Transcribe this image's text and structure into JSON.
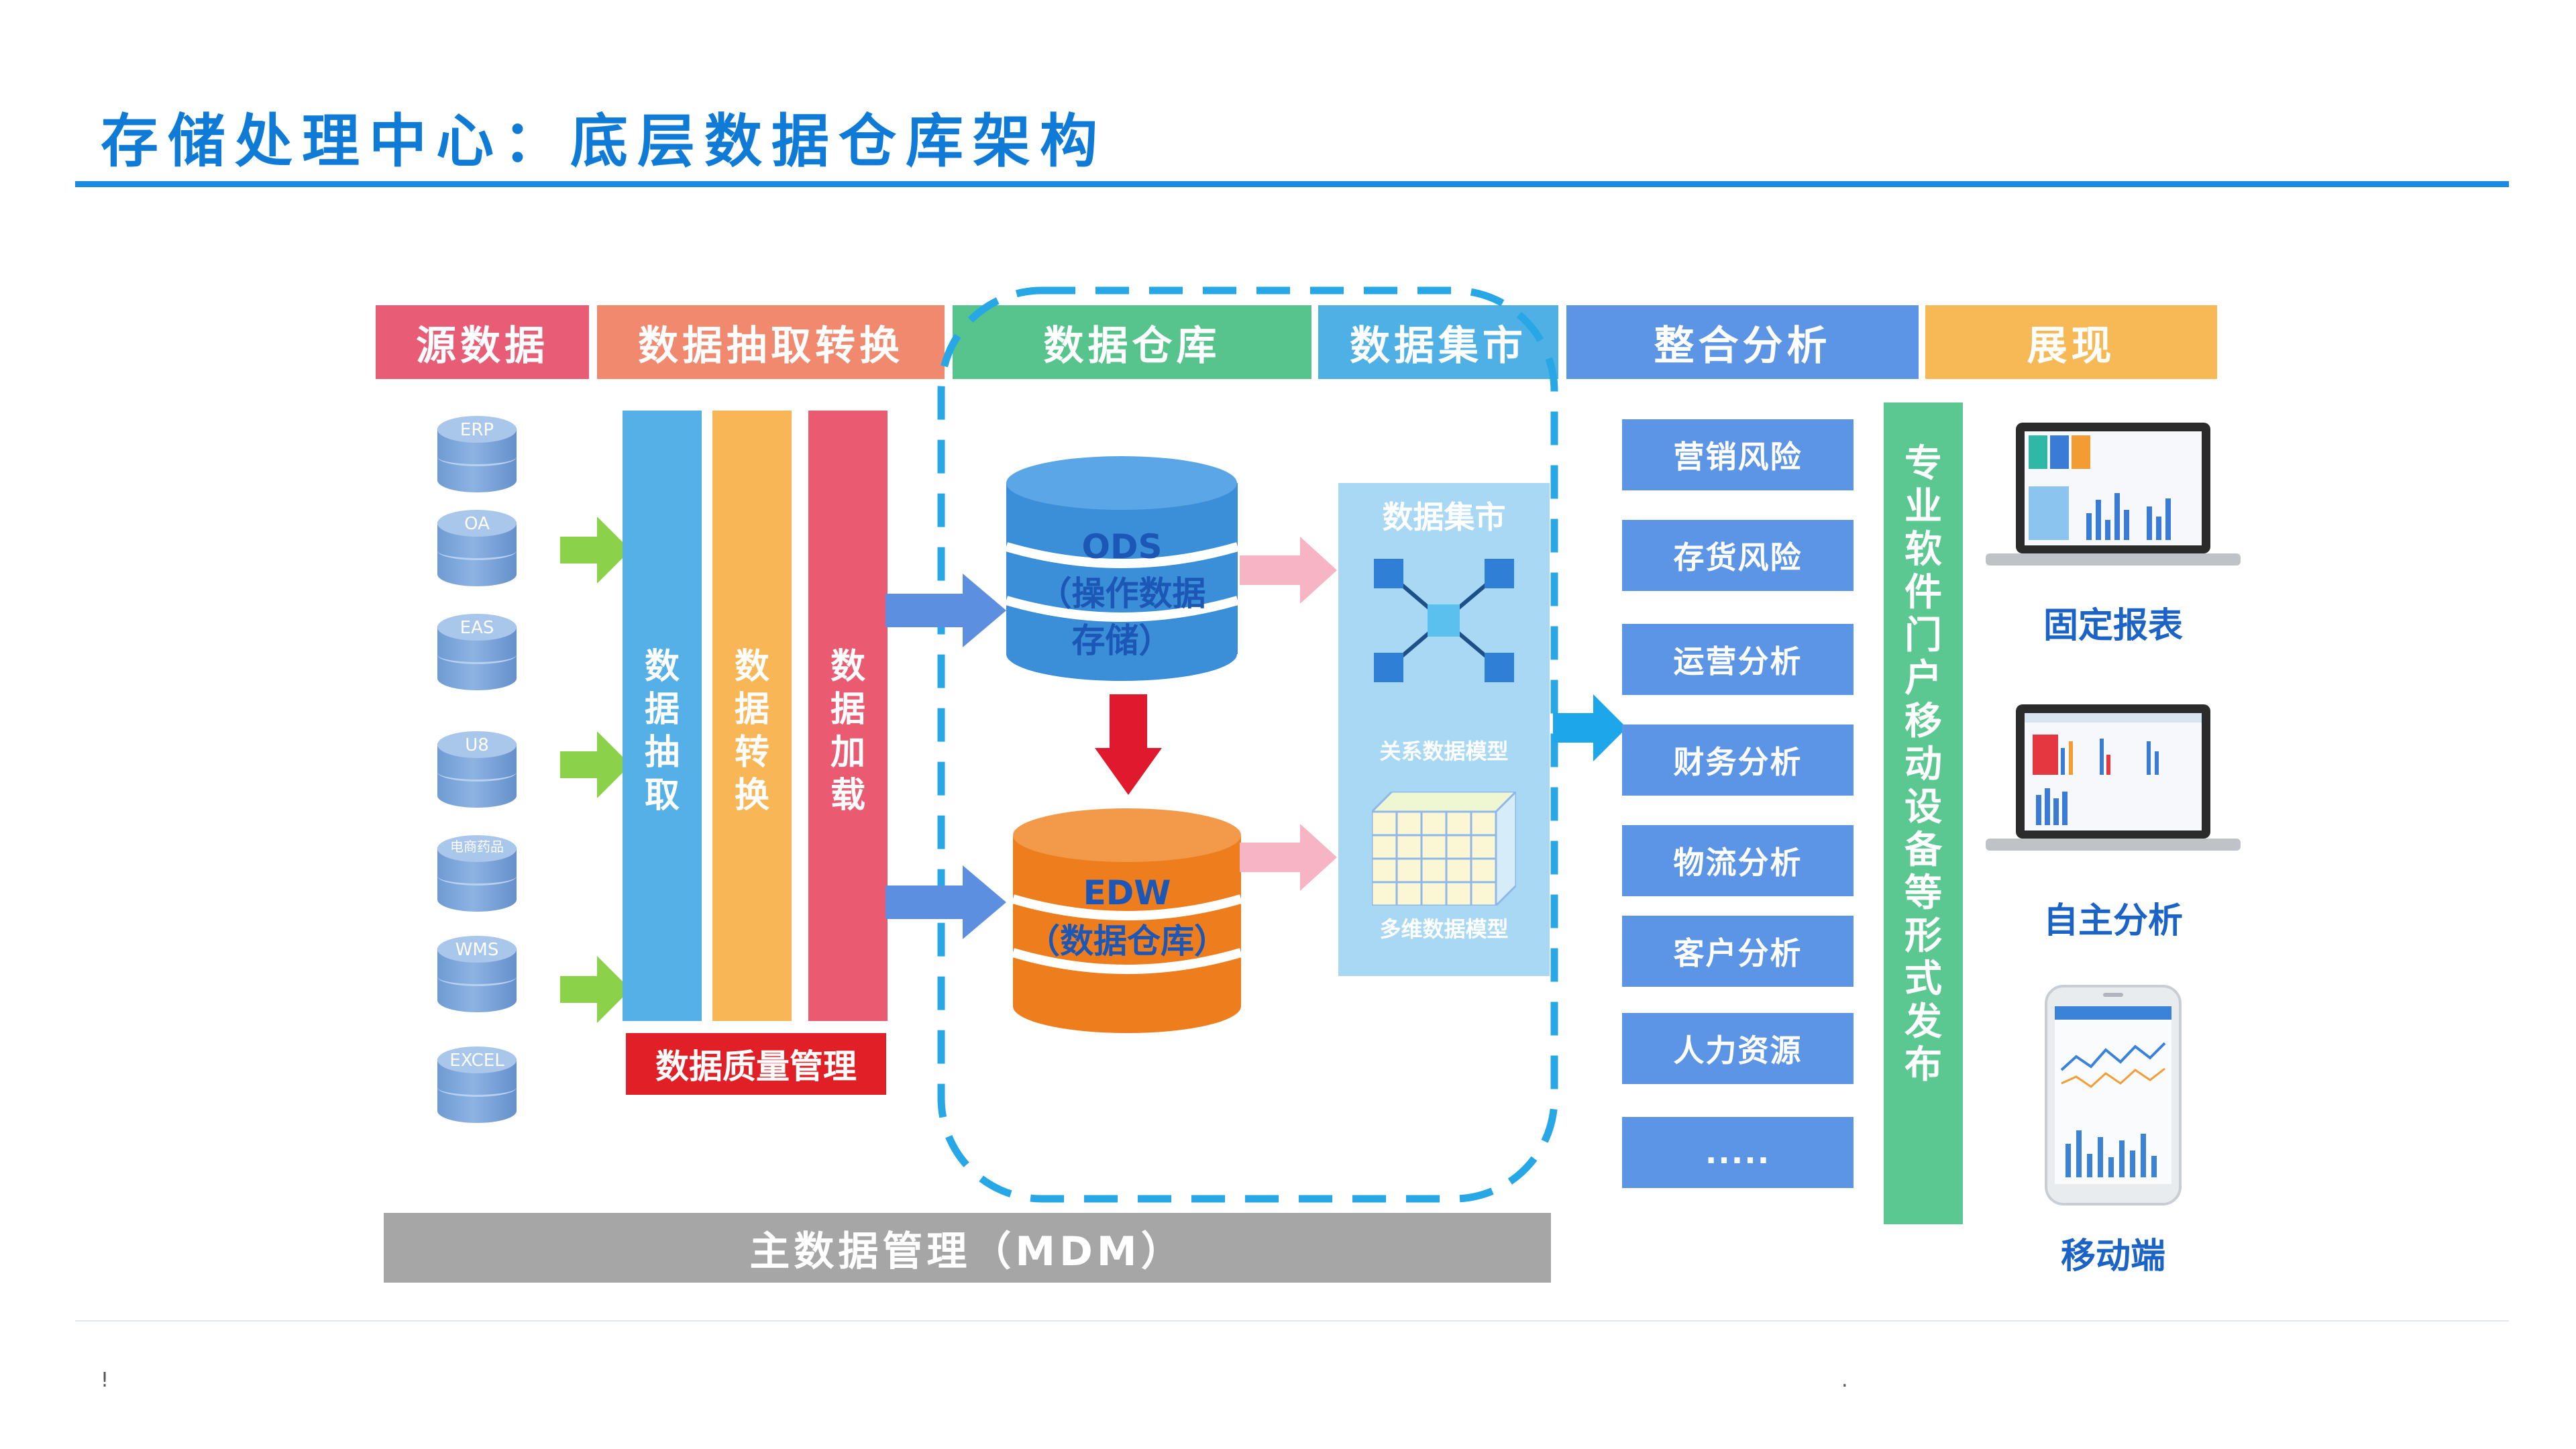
{
  "title": "存储处理中心：底层数据仓库架构",
  "headers": {
    "source": "源数据",
    "etl": "数据抽取转换",
    "dw": "数据仓库",
    "mart": "数据集市",
    "analysis": "整合分析",
    "present": "展现"
  },
  "sources": [
    "ERP",
    "OA",
    "EAS",
    "U8",
    "电商药品",
    "WMS",
    "EXCEL"
  ],
  "etl_steps": [
    "数据抽取",
    "数据转换",
    "数据加载"
  ],
  "quality": "数据质量管理",
  "ods": {
    "line1": "ODS",
    "line2": "（操作数据",
    "line3": "存储）"
  },
  "edw": {
    "line1": "EDW",
    "line2": "（数据仓库）"
  },
  "mart_panel": {
    "title": "数据集市",
    "relational": "关系数据模型",
    "multidim": "多维数据模型"
  },
  "modules": [
    "营销风险",
    "存货风险",
    "运营分析",
    "财务分析",
    "物流分析",
    "客户分析",
    "人力资源",
    "....."
  ],
  "publish": "专业软件 门户 移动设备等形式发布",
  "present": [
    "固定报表",
    "自主分析",
    "移动端"
  ],
  "mdm": "主数据管理（MDM）",
  "footer": {
    "left_mark": "!",
    "right_mark": "."
  },
  "colors": {
    "source": "#e85d75",
    "etl": "#f0896e",
    "dw": "#56c48c",
    "mart": "#4fb0e6",
    "analysis": "#5d95e6",
    "present": "#f7b955",
    "extract": "#55b0e7",
    "transform": "#f8b656",
    "load": "#ea5b72",
    "quality": "#e01f26",
    "ods": "#3b8fd9",
    "edw": "#ee7d1d",
    "publish": "#5cc891",
    "mdm": "#a6a6a6",
    "dashed": "#27a7e6"
  },
  "icons": [
    "green-arrow-icon",
    "blue-arrow-icon",
    "red-down-arrow-icon",
    "pink-arrow-icon",
    "cyan-arrow-icon",
    "relational-model-icon",
    "cube-icon",
    "laptop-icon",
    "phone-icon"
  ]
}
